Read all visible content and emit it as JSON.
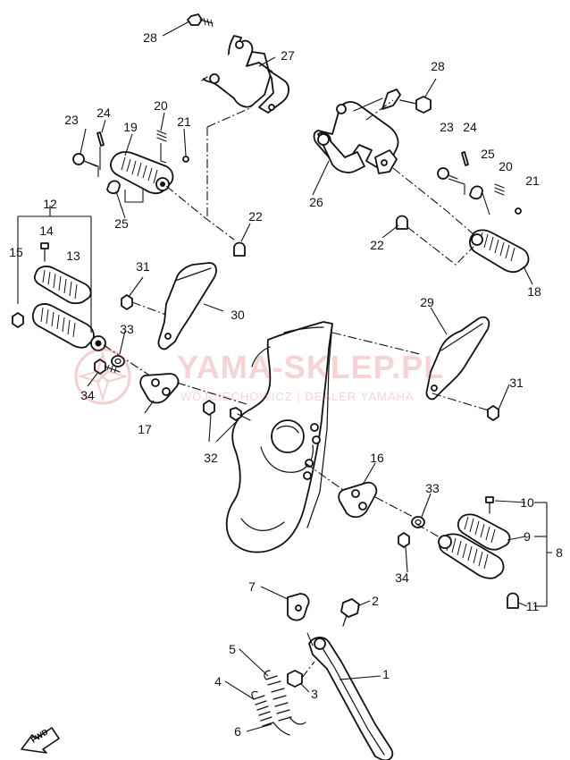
{
  "diagram": {
    "callouts": {
      "c28a": "28",
      "c27": "27",
      "c23a": "23",
      "c24a": "24",
      "c20a": "20",
      "c21a": "21",
      "c19": "19",
      "c25a": "25",
      "c12": "12",
      "c14": "14",
      "c15": "15",
      "c13": "13",
      "c22a": "22",
      "c31a": "31",
      "c30": "30",
      "c33a": "33",
      "c34a": "34",
      "c17": "17",
      "c32": "32",
      "c28b": "28",
      "c26": "26",
      "c23b": "23",
      "c24b": "24",
      "c25b": "25",
      "c20b": "20",
      "c21b": "21",
      "c22b": "22",
      "c18": "18",
      "c29": "29",
      "c31b": "31",
      "c16": "16",
      "c33b": "33",
      "c34b": "34",
      "c10": "10",
      "c9": "9",
      "c8": "8",
      "c11": "11",
      "c7": "7",
      "c2": "2",
      "c5": "5",
      "c4": "4",
      "c3": "3",
      "c1": "1",
      "c6": "6"
    },
    "fwd_label": "FWD"
  },
  "watermark": {
    "title": "YAMA-SKLEP.PL",
    "subtitle": "WOJCIECHOWICZ | DEALER YAMAHA",
    "color": "#d63c3c"
  }
}
